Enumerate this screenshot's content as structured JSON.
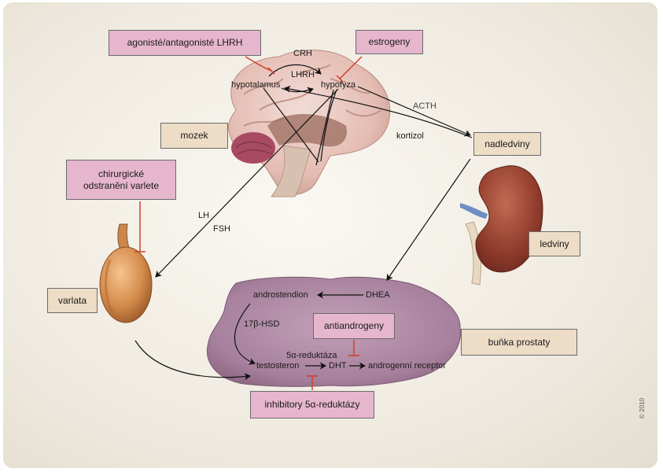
{
  "boxes": {
    "lhrh": "agonisté/antagonisté LHRH",
    "estrogeny": "estrogeny",
    "mozek": "mozek",
    "nadledviny": "nadledviny",
    "chirurgicke": "chirurgické odstranění varlete",
    "varlata": "varlata",
    "ledviny": "ledviny",
    "antiandrogeny": "antiandrogeny",
    "bunka": "buňka prostaty",
    "inhibitory": "inhibitory 5α-reduktázy"
  },
  "labels": {
    "crh": "CRH",
    "lhrh": "LHRH",
    "hypotalamus": "hypotalamus",
    "hypofyza": "hypofýza",
    "acth": "ACTH",
    "kortizol": "kortizol",
    "lh": "LH",
    "fsh": "FSH",
    "androstendion": "androstendion",
    "dhea": "DHEA",
    "hsd": "17β-HSD",
    "reduktaza": "5α-reduktáza",
    "testosteron": "testosteron",
    "dht": "DHT",
    "receptor": "androgenní receptor"
  },
  "copyright": "© 2010",
  "colors": {
    "pink_box": "#e6b6cd",
    "beige_box": "#eddcc6",
    "inhibition": "#d0402a",
    "arrow": "#111111",
    "prostate_cell": "#a77f9e"
  }
}
